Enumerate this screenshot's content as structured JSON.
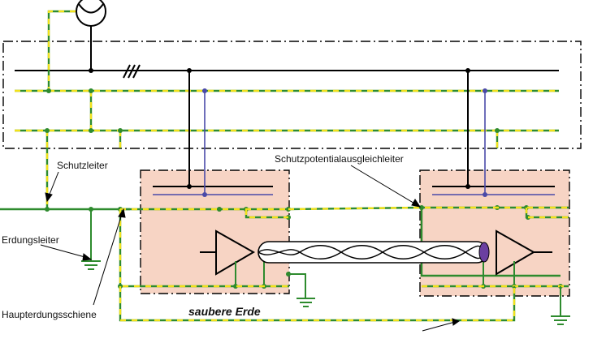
{
  "labels": {
    "schutzleiter": "Schutzleiter",
    "erdungsleiter": "Erdungsleiter",
    "haupterdungsschiene": "Haupterdungsschiene",
    "schutzpotentialausgleichleiter": "Schutzpotentialausgleichleiter",
    "saubere_erde": "saubere Erde"
  },
  "colors": {
    "background": "#ffffff",
    "device_fill": "#f7d4c4",
    "phase_conductor": "#000000",
    "pe_green": "#2e8b2e",
    "pe_yellow": "#f2e21a",
    "signal_blue": "#4a4aa8",
    "cable_core": "#6b3fa0"
  },
  "symbols": [
    "transformer-icon",
    "ground-symbol-icon",
    "amplifier-triangle-icon",
    "three-phase-hatch-icon"
  ]
}
